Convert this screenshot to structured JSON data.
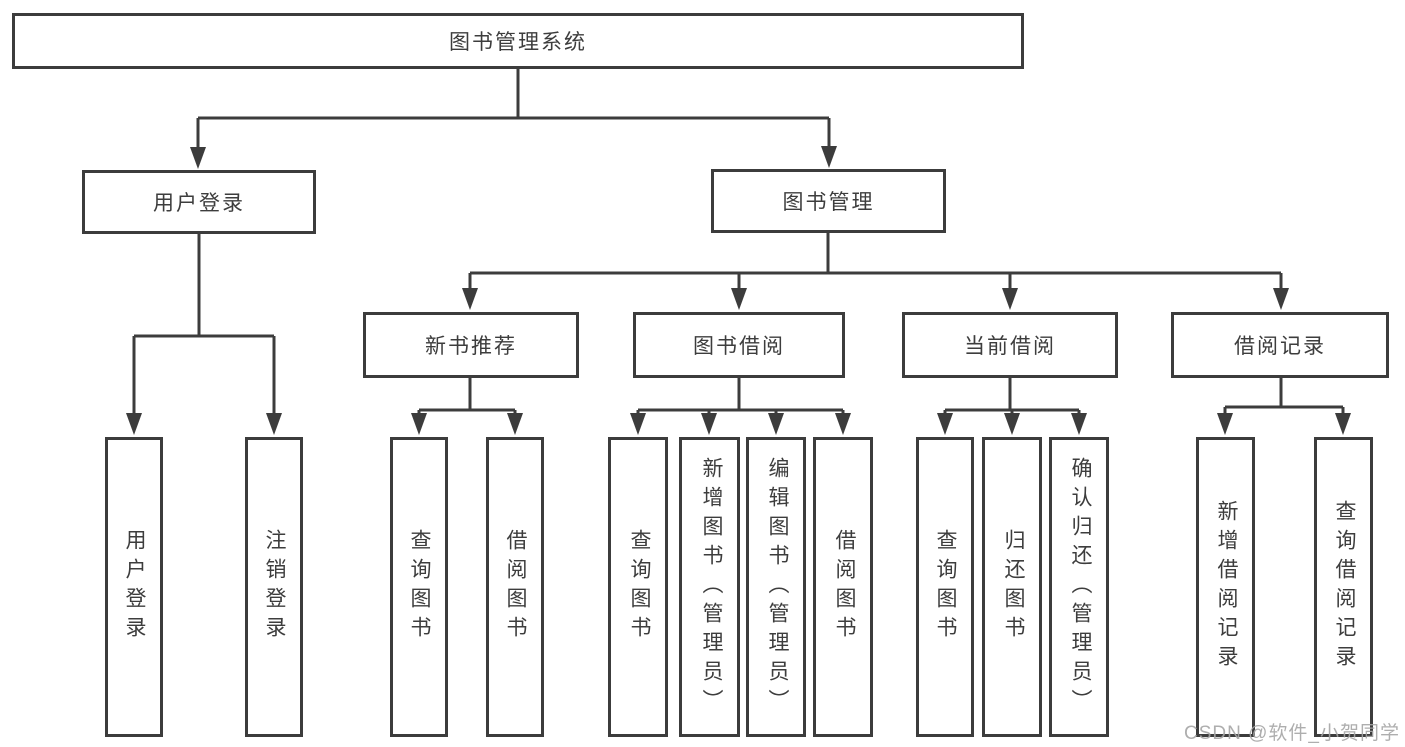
{
  "diagram": {
    "type": "hierarchy-tree",
    "tree": {
      "label": "图书管理系统",
      "children": [
        {
          "label": "用户登录",
          "children": [
            {
              "label": "用户登录"
            },
            {
              "label": "注销登录"
            }
          ]
        },
        {
          "label": "图书管理",
          "children": [
            {
              "label": "新书推荐",
              "children": [
                {
                  "label": "查询图书"
                },
                {
                  "label": "借阅图书"
                }
              ]
            },
            {
              "label": "图书借阅",
              "children": [
                {
                  "label": "查询图书"
                },
                {
                  "label": "新增图书（管理员）"
                },
                {
                  "label": "编辑图书（管理员）"
                },
                {
                  "label": "借阅图书"
                }
              ]
            },
            {
              "label": "当前借阅",
              "children": [
                {
                  "label": "查询图书"
                },
                {
                  "label": "归还图书"
                },
                {
                  "label": "确认归还（管理员）"
                }
              ]
            },
            {
              "label": "借阅记录",
              "children": [
                {
                  "label": "新增借阅记录"
                },
                {
                  "label": "查询借阅记录"
                }
              ]
            }
          ]
        }
      ]
    },
    "colors": {
      "line": "#3c3c3c",
      "box_border": "#3c3c3c",
      "text": "#3d3d3d",
      "background": "#ffffff",
      "watermark": "#a6a6a6"
    }
  },
  "watermark": {
    "text": "CSDN @软件_小贺同学"
  }
}
